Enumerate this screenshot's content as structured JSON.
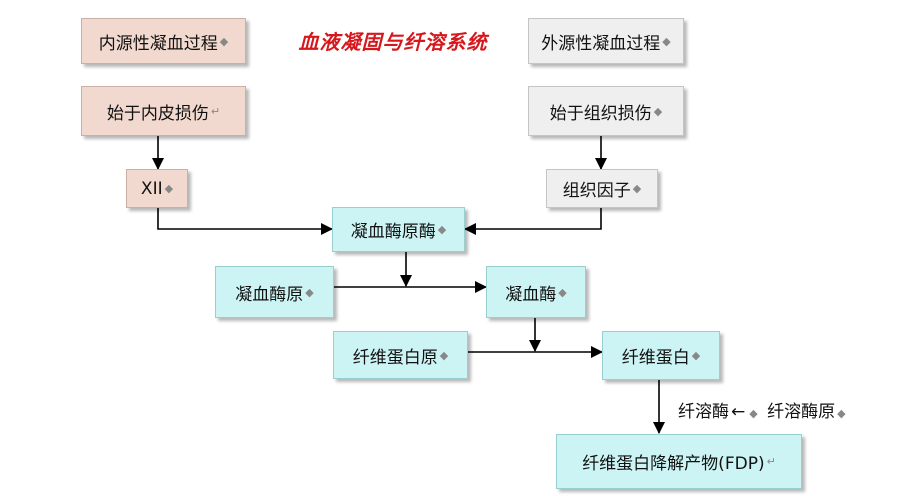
{
  "title": "血液凝固与纤溶系统",
  "intrinsic": {
    "pathway": "内源性凝血过程",
    "trigger": "始于内皮损伤",
    "factor": "XII"
  },
  "extrinsic": {
    "pathway": "外源性凝血过程",
    "trigger": "始于组织损伤",
    "factor": "组织因子"
  },
  "coagulation": {
    "prothrombin_activator": "凝血酶原酶",
    "prothrombin": "凝血酶原",
    "thrombin": "凝血酶",
    "fibrinogen": "纤维蛋白原",
    "fibrin": "纤维蛋白"
  },
  "fibrinolysis": {
    "plasmin": "纤溶酶",
    "plasminogen": "纤溶酶原",
    "fdp": "纤维蛋白降解产物(FDP)"
  },
  "marks": {
    "paragraph": "↵",
    "diamond": "◆"
  },
  "colors": {
    "intrinsic_box": "#f2d9cf",
    "extrinsic_box": "#efefef",
    "process_box": "#cdf4f4",
    "title": "#d6171c"
  }
}
